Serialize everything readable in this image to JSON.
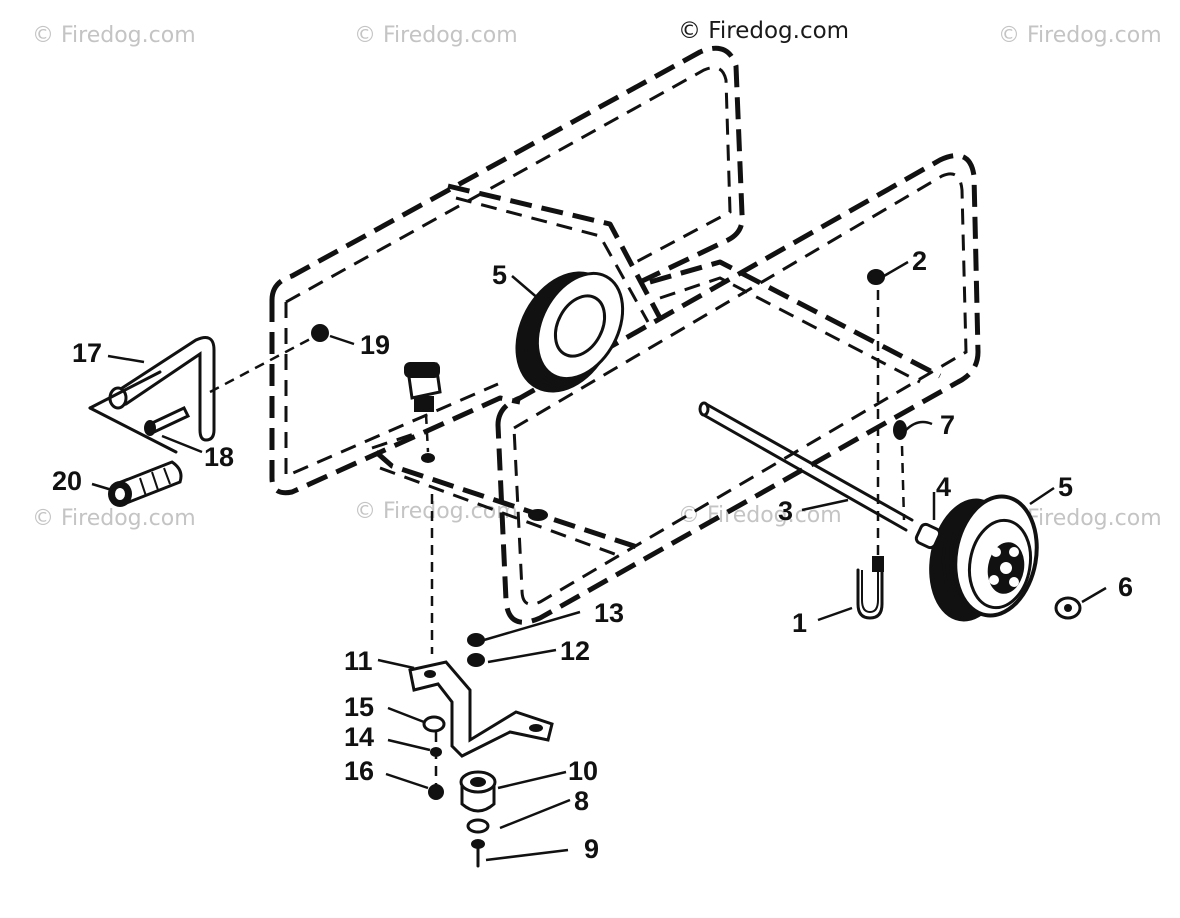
{
  "watermarks": [
    {
      "text": "© Firedog.com",
      "style": "light"
    },
    {
      "text": "© Firedog.com",
      "style": "light"
    },
    {
      "text": "© Firedog.com",
      "style": "dark"
    },
    {
      "text": "© Firedog.com",
      "style": "light"
    },
    {
      "text": "© Firedog.com",
      "style": "light"
    },
    {
      "text": "© Firedog.com",
      "style": "light"
    },
    {
      "text": "© Firedog.com",
      "style": "light"
    },
    {
      "text": "© Firedog.com",
      "style": "light"
    }
  ],
  "callouts": {
    "c1": "1",
    "c2": "2",
    "c3": "3",
    "c4": "4",
    "c5a": "5",
    "c5b": "5",
    "c6": "6",
    "c7": "7",
    "c8": "8",
    "c9": "9",
    "c10": "10",
    "c11": "11",
    "c12": "12",
    "c13": "13",
    "c14": "14",
    "c15": "15",
    "c16": "16",
    "c17": "17",
    "c18": "18",
    "c19": "19",
    "c20": "20"
  },
  "colors": {
    "ink": "#111111",
    "background": "#ffffff",
    "watermark": "#c4c4c4"
  }
}
